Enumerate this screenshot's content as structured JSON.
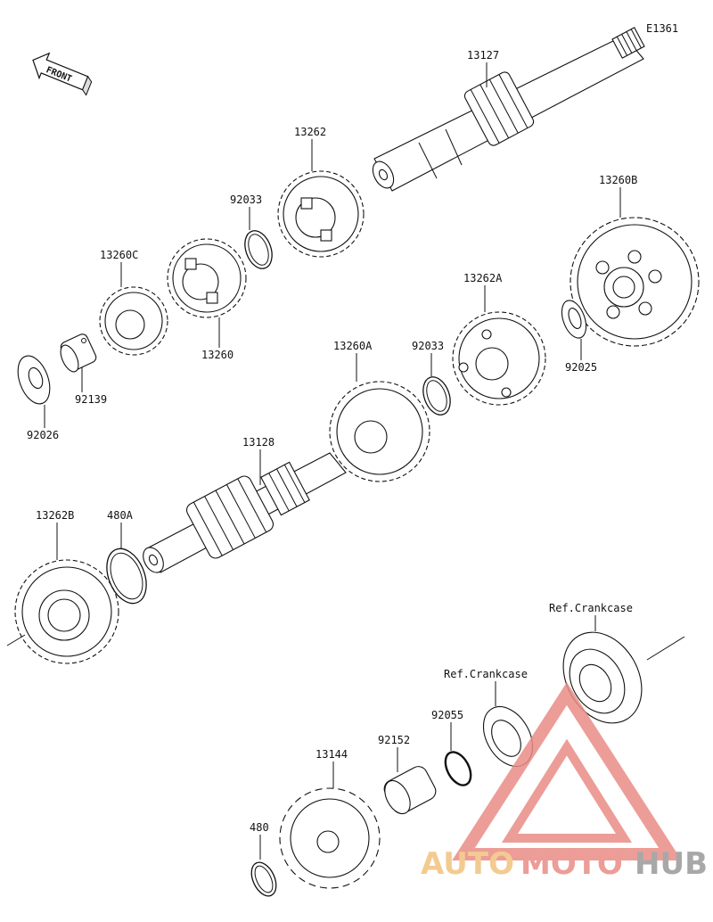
{
  "diagram_code": "E1361",
  "front_label": "FRONT",
  "parts": [
    {
      "id": "p13127",
      "number": "13127"
    },
    {
      "id": "p13262",
      "number": "13262"
    },
    {
      "id": "p92033a",
      "number": "92033"
    },
    {
      "id": "p13260C",
      "number": "13260C"
    },
    {
      "id": "p13260",
      "number": "13260"
    },
    {
      "id": "p92139",
      "number": "92139"
    },
    {
      "id": "p92026",
      "number": "92026"
    },
    {
      "id": "p13260B",
      "number": "13260B"
    },
    {
      "id": "p13262A",
      "number": "13262A"
    },
    {
      "id": "p92025",
      "number": "92025"
    },
    {
      "id": "p13260A",
      "number": "13260A"
    },
    {
      "id": "p92033b",
      "number": "92033"
    },
    {
      "id": "p13128",
      "number": "13128"
    },
    {
      "id": "p13262B",
      "number": "13262B"
    },
    {
      "id": "p480A",
      "number": "480A"
    },
    {
      "id": "p_refcase1",
      "number": "Ref.Crankcase"
    },
    {
      "id": "p_refcase2",
      "number": "Ref.Crankcase"
    },
    {
      "id": "p92055",
      "number": "92055"
    },
    {
      "id": "p92152",
      "number": "92152"
    },
    {
      "id": "p13144",
      "number": "13144"
    },
    {
      "id": "p480",
      "number": "480"
    }
  ],
  "watermark": {
    "part1": "AUTO",
    "part2": "MOTO",
    "part3": "HUB",
    "colors": {
      "auto": "#f2c27d",
      "moto": "#e98c86",
      "hub": "#9a9a9a"
    }
  }
}
